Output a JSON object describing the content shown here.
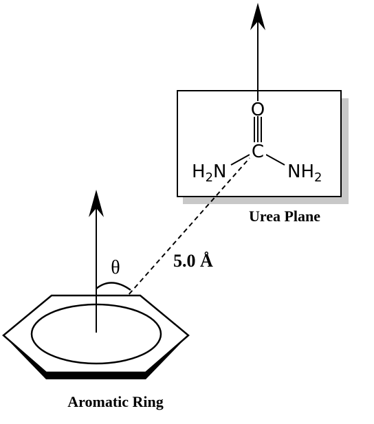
{
  "labels": {
    "urea_plane": "Urea Plane",
    "aromatic_ring": "Aromatic Ring",
    "distance": "5.0 Å",
    "angle": "θ"
  },
  "urea": {
    "oxygen": "O",
    "carbon": "C",
    "left_amine_h": "H",
    "left_amine_sub": "2",
    "left_amine_n": "N",
    "right_amine_nh": "NH",
    "right_amine_sub": "2"
  },
  "colors": {
    "line": "#000000",
    "plane_shadow": "#c8c8c8",
    "background": "#ffffff"
  }
}
